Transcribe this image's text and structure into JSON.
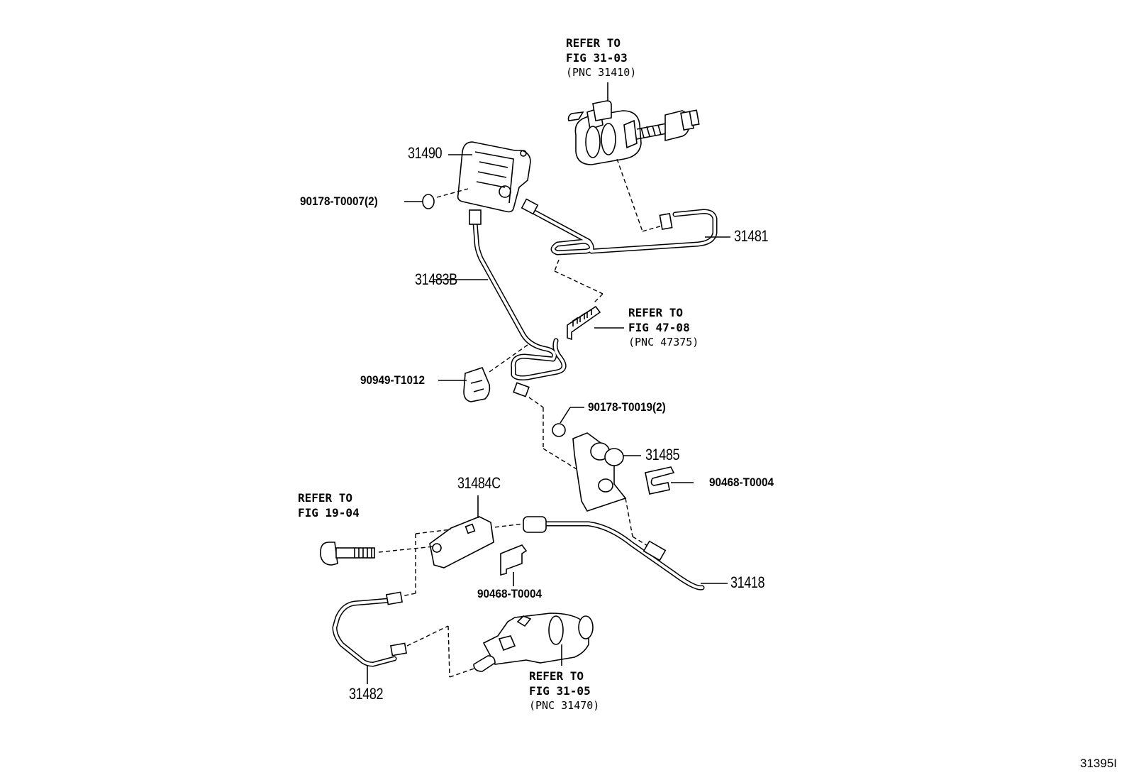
{
  "labels": {
    "p31490": "31490",
    "p90178_T0007": "90178-T0007(2)",
    "p31483B": "31483B",
    "p31481": "31481",
    "p90949_T1012": "90949-T1012",
    "p90178_T0019": "90178-T0019(2)",
    "p31485": "31485",
    "p90468_T0004_right": "90468-T0004",
    "p31484C": "31484C",
    "p31418": "31418",
    "p90468_T0004_lower": "90468-T0004",
    "p31482": "31482"
  },
  "refs": {
    "top": {
      "line1": "REFER TO",
      "line2": "FIG 31-03",
      "line3": "(PNC 31410)"
    },
    "mid": {
      "line1": "REFER TO",
      "line2": "FIG 47-08",
      "line3": "(PNC 47375)"
    },
    "left": {
      "line1": "REFER TO",
      "line2": "FIG 19-04"
    },
    "bottom": {
      "line1": "REFER TO",
      "line2": "FIG 31-05",
      "line3": "(PNC 31470)"
    }
  },
  "diagram_id": "31395I"
}
